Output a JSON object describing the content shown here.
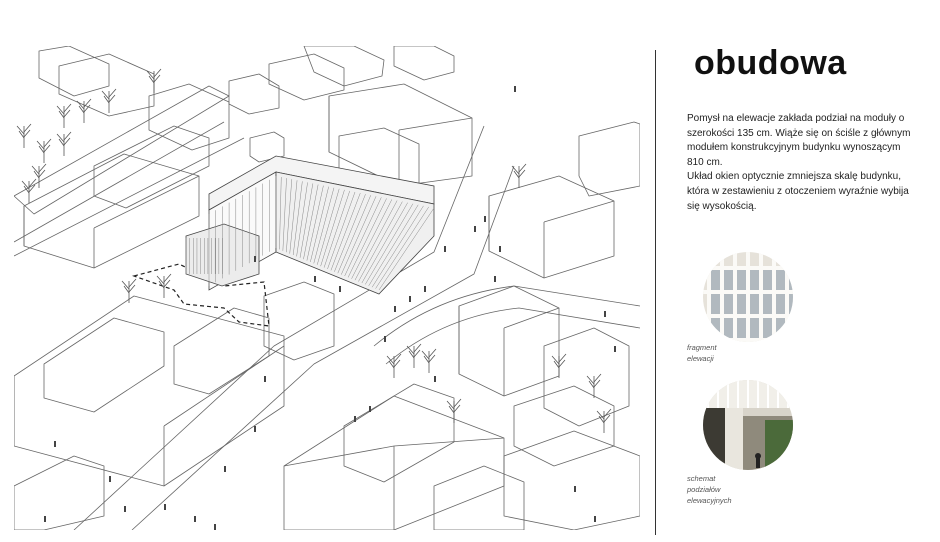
{
  "header": {
    "title": "obudowa"
  },
  "description": {
    "paragraph1": "Pomysł na elewacje zakłada podział na moduły o szerokości 135 cm. Wiąże się on ściśle z głównym modułem konstrukcyjnym budynku wynoszącym 810 cm.",
    "paragraph2": "Układ okien optycznie zmniejsza skalę budynku, która w zestawieniu z otoczeniem wyraźnie wybija się wysokością."
  },
  "photos": [
    {
      "caption_lines": [
        "fragment",
        "elewacji"
      ]
    },
    {
      "caption_lines": [
        "schemat",
        "podziałów",
        "elewacyjnych"
      ]
    }
  ],
  "colors": {
    "line": "#555555",
    "divider": "#333333",
    "glass": "#c9d3dc",
    "frame": "#e8e4dc"
  }
}
